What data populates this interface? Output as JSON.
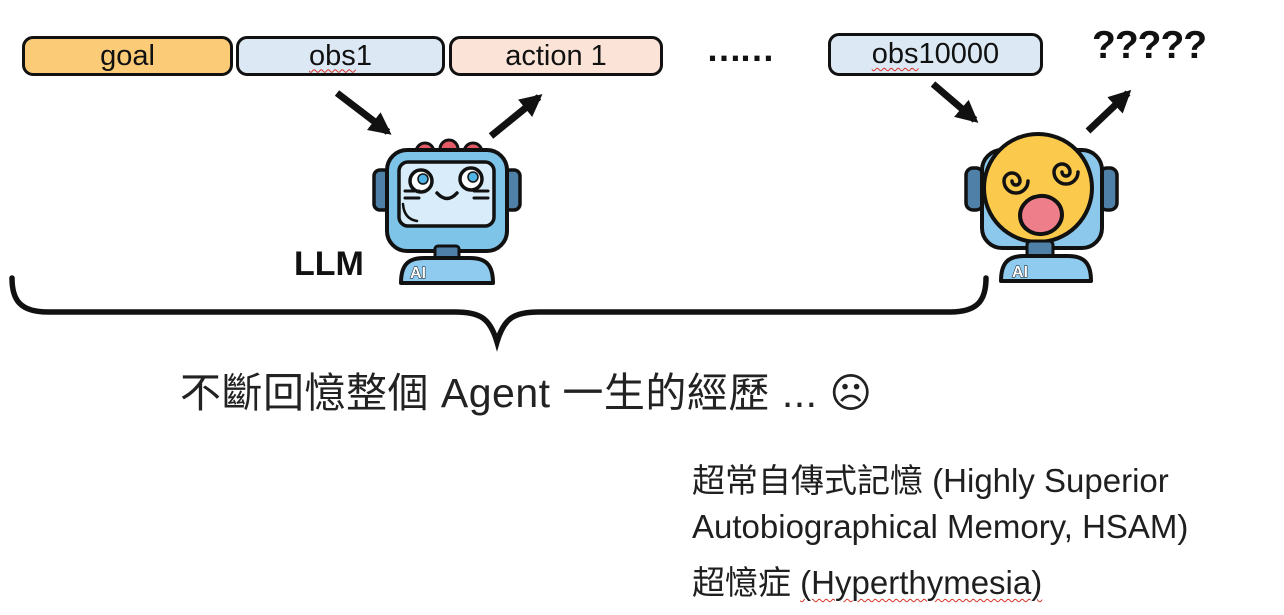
{
  "boxes": {
    "goal": {
      "label": "goal",
      "fill": "#FBCB77"
    },
    "obs1": {
      "word": "obs",
      "suffix": " 1",
      "fill": "#DCE9F5"
    },
    "action1": {
      "label": "action 1",
      "fill": "#FBE4D7"
    },
    "obs10000": {
      "word": "obs",
      "suffix": " 10000",
      "fill": "#DCE9F5"
    }
  },
  "ellipsis": "……",
  "question_marks": "?????",
  "llm_label": "LLM",
  "robot": {
    "badge": "AI"
  },
  "caption": "不斷回憶整個 Agent 一生的經歷 ... ☹",
  "notes": {
    "line1": "超常自傳式記憶 (Highly Superior",
    "line2": "Autobiographical Memory, HSAM)",
    "line3_prefix": "超憶症 ",
    "line3_term": "(Hyperthymesia)"
  },
  "colors": {
    "goal_fill": "#FBCB77",
    "obs_fill": "#DCE9F5",
    "action_fill": "#FBE4D7",
    "robot_blue": "#7EC3E8",
    "robot_screen": "#D8EDF9",
    "robot_dark_blue": "#4E80A8",
    "robot_body": "#8FCBEE",
    "bump_red": "#E25B66",
    "dizzy_yellow": "#FBCA4D",
    "mouth_pink": "#EE7E8A",
    "squiggle_red": "#D93025",
    "ink": "#111111"
  }
}
